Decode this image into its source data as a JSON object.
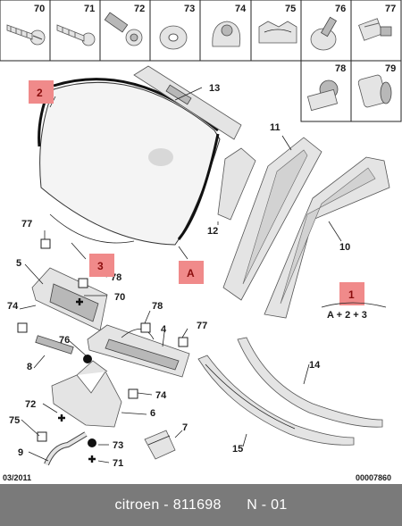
{
  "fastener_cells": [
    "70",
    "71",
    "72",
    "73",
    "74",
    "75",
    "76",
    "77",
    "78",
    "79"
  ],
  "callouts": {
    "n13": "13",
    "n11": "11",
    "n10": "10",
    "n12": "12",
    "n77a": "77",
    "n5": "5",
    "n78a": "78",
    "n70": "70",
    "n74a": "74",
    "n78b": "78",
    "n77b": "77",
    "n4": "4",
    "n76": "76",
    "n8": "8",
    "n74b": "74",
    "n72": "72",
    "n6": "6",
    "n75": "75",
    "n7": "7",
    "n9": "9",
    "n73": "73",
    "n71": "71",
    "n14": "14",
    "n15": "15"
  },
  "tags": {
    "t2": "2",
    "t3": "3",
    "tA": "A",
    "t1": "1"
  },
  "formula": "A + 2 + 3",
  "date_code": "03/2011",
  "drawing_number": "00007860",
  "footer": {
    "brand": "citroen",
    "part_number": "811698",
    "page_ref": "N - 01",
    "separator": " - "
  },
  "colors": {
    "tag_fill": "#f08a8a",
    "footer_bg": "#7a7a7a"
  }
}
